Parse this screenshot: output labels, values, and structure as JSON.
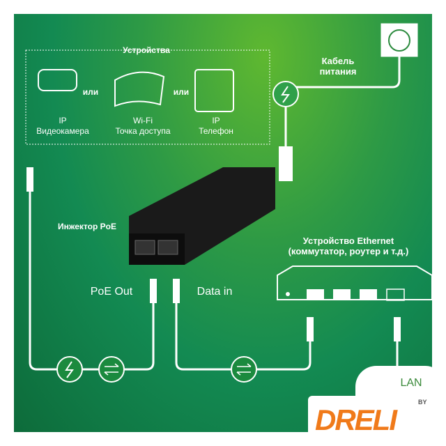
{
  "devices": {
    "title": "Устройства",
    "or": "или",
    "items": [
      {
        "line1": "IP",
        "line2": "Видеокамера",
        "icon": "ip-camera-icon"
      },
      {
        "line1": "Wi-Fi",
        "line2": "Точка доступа",
        "icon": "access-point-icon"
      },
      {
        "line1": "IP",
        "line2": "Телефон",
        "icon": "ip-phone-icon"
      }
    ]
  },
  "power_cable": {
    "line1": "Кабель",
    "line2": "питания"
  },
  "injector_label": "Инжектор PoE",
  "ethernet_device": {
    "line1": "Устройство Ethernet",
    "line2": "(коммутатор, роутер и т.д.)"
  },
  "poe_out": "PoE Out",
  "data_in": "Data in",
  "lan": "LAN",
  "logo": {
    "text": "DRELI",
    "sup": "BY",
    "colors": {
      "brand": "#f07a1a"
    }
  },
  "colors": {
    "bg": "#1a8c4e",
    "line": "#ffffff"
  }
}
